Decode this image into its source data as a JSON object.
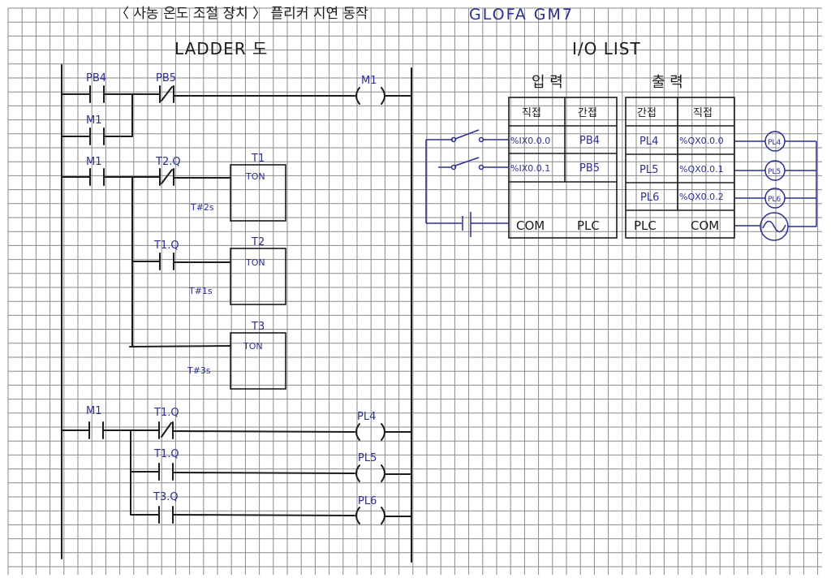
{
  "header": {
    "title_korean": "〈 사농 온도 조절 장치 〉 플리커 지연 동작",
    "plc_model": "GLOFA  GM7"
  },
  "ladder": {
    "title": "LADDER 도",
    "rungs": [
      {
        "id": "rung-1",
        "contacts": [
          {
            "label": "PB4",
            "type": "NO"
          },
          {
            "label": "M1",
            "type": "NO",
            "branch": "parallel"
          },
          {
            "label": "PB5",
            "type": "NC"
          }
        ],
        "coil": {
          "label": "M1"
        }
      },
      {
        "id": "rung-2",
        "contacts": [
          {
            "label": "M1",
            "type": "NO"
          },
          {
            "label": "T2.Q",
            "type": "NC"
          }
        ],
        "timer": {
          "name": "T1",
          "type": "TON",
          "preset": "T#2s"
        }
      },
      {
        "id": "rung-3",
        "contacts": [
          {
            "label": "T1.Q",
            "type": "NO"
          }
        ],
        "timer": {
          "name": "T2",
          "type": "TON",
          "preset": "T#1s"
        }
      },
      {
        "id": "rung-4",
        "contacts": [],
        "timer": {
          "name": "T3",
          "type": "TON",
          "preset": "T#3s"
        }
      },
      {
        "id": "rung-5",
        "contacts": [
          {
            "label": "M1",
            "type": "NO"
          },
          {
            "label": "T1.Q",
            "type": "NC"
          }
        ],
        "coil": {
          "label": "PL4"
        }
      },
      {
        "id": "rung-6",
        "contacts": [
          {
            "label": "T1.Q",
            "type": "NO"
          }
        ],
        "coil": {
          "label": "PL5"
        }
      },
      {
        "id": "rung-7",
        "contacts": [
          {
            "label": "T3.Q",
            "type": "NO"
          }
        ],
        "coil": {
          "label": "PL6"
        }
      }
    ]
  },
  "io_list": {
    "title": "I/O LIST",
    "input": {
      "title": "입 력",
      "headers": [
        "직접",
        "간접"
      ],
      "rows": [
        [
          "%IX0.0.0",
          "PB4"
        ],
        [
          "%IX0.0.1",
          "PB5"
        ],
        [
          "",
          ""
        ],
        [
          "COM",
          "PLC"
        ]
      ]
    },
    "output": {
      "title": "출 력",
      "headers": [
        "간접",
        "직접"
      ],
      "rows": [
        [
          "PL4",
          "%QX0.0.0"
        ],
        [
          "PL5",
          "%QX0.0.1"
        ],
        [
          "PL6",
          "%QX0.0.2"
        ],
        [
          "PLC",
          "COM"
        ]
      ]
    },
    "lamps": [
      "PL4",
      "PL5",
      "PL6"
    ],
    "source_symbol": "ac-source-icon"
  }
}
